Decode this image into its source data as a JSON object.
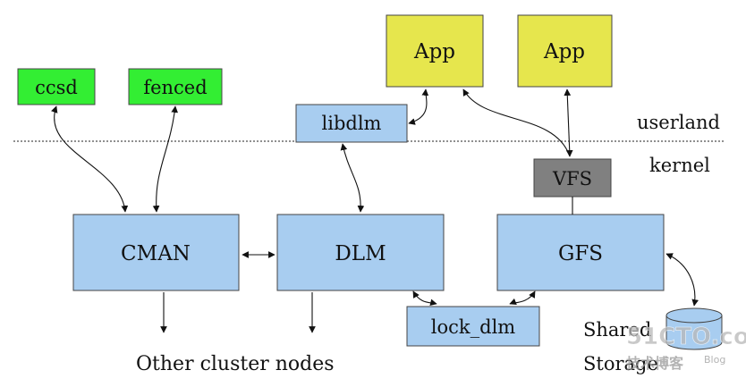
{
  "colors": {
    "green": "#33ee33",
    "yellow": "#e6e64d",
    "blue": "#a8cdf0",
    "gray": "#808080",
    "stroke": "#444444",
    "arrow": "#111111"
  },
  "zones": {
    "userland": "userland",
    "kernel": "kernel"
  },
  "boxes": {
    "ccsd": "ccsd",
    "fenced": "fenced",
    "libdlm": "libdlm",
    "app1": "App",
    "app2": "App",
    "vfs": "VFS",
    "cman": "CMAN",
    "dlm": "DLM",
    "gfs": "GFS",
    "lock_dlm": "lock_dlm"
  },
  "labels": {
    "other_nodes": "Other cluster nodes",
    "shared_storage_l1": "Shared",
    "shared_storage_l2": "Storage"
  },
  "watermark": {
    "site": "51CTO.com",
    "sub": "技术博客",
    "blog": "Blog"
  }
}
